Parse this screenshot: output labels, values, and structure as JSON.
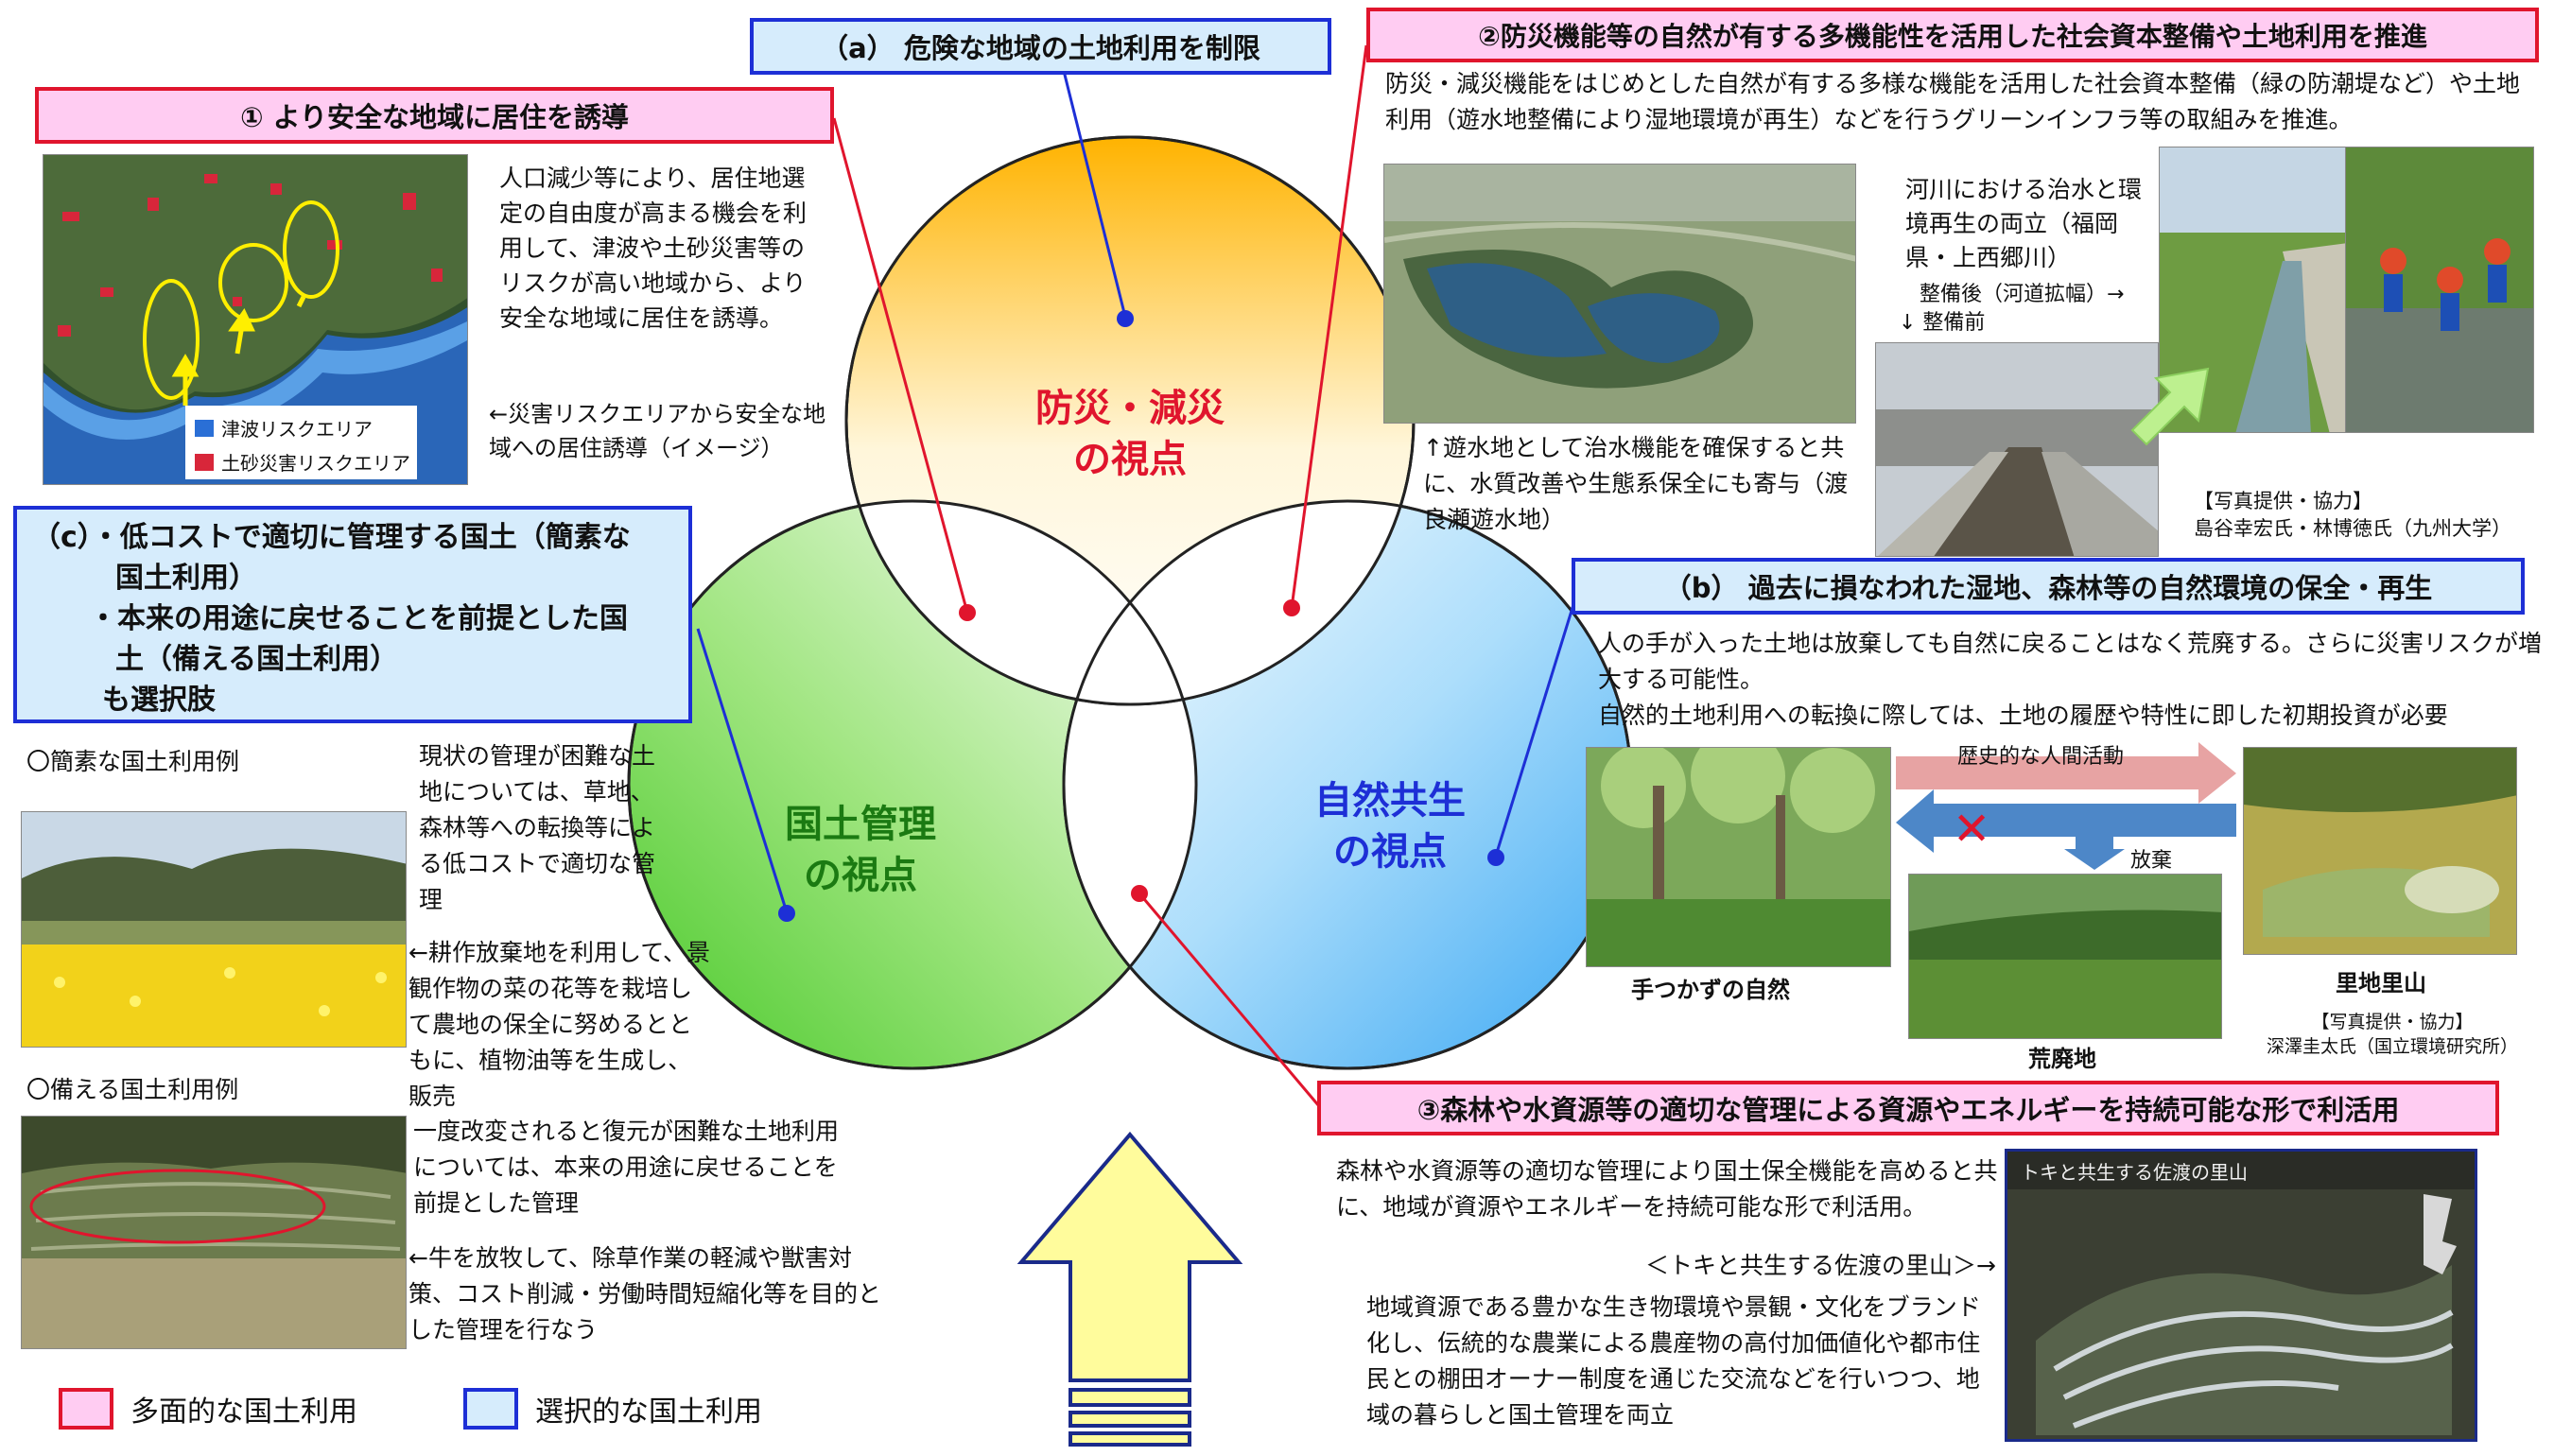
{
  "colors": {
    "multi_red": "#e0152d",
    "select_blue": "#1d2fd6",
    "pink_fill": "#ffccf2",
    "blue_fill": "#d6ecfc",
    "orange": "#ffb300",
    "green": "#4fcf2a",
    "skyblue": "#3aaaf5"
  },
  "venn": {
    "top": "防災・減災\nの視点",
    "left": "国土管理\nの視点",
    "right": "自然共生\nの視点"
  },
  "a": {
    "title": "（a） 危険な地域の土地利用を制限"
  },
  "b": {
    "title": "（b） 過去に損なわれた湿地、森林等の自然環境の保全・再生",
    "body": "人の手が入った土地は放棄しても自然に戻ることはなく荒廃する。さらに災害リスクが増大する可能性。\n自然的土地利用への転換に際しては、土地の履歴や特性に即した初期投資が必要",
    "arrow_top": "歴史的な人間活動",
    "arrow_bottom": "放棄",
    "cross": "✕",
    "cap_wild": "手つかずの自然",
    "cap_waste": "荒廃地",
    "cap_satoyama": "里地里山",
    "credit": "【写真提供・協力】\n深澤圭太氏（国立環境研究所）"
  },
  "c": {
    "title_l1": "（c）・低コストで適切に管理する国土（簡素な",
    "title_l2": "国土利用）",
    "title_l3": "・本来の用途に戻せることを前提とした国",
    "title_l4": "土（備える国土利用）",
    "title_l5": "も選択肢",
    "ex1_head": "〇簡素な国土利用例",
    "ex1_body": "現状の管理が困難な土地については、草地、森林等への転換等による低コストで適切な管理",
    "ex1_note": "←耕作放棄地を利用して、景観作物の菜の花等を栽培して農地の保全に努めるとともに、植物油等を生成し、販売",
    "ex2_head": "〇備える国土利用例",
    "ex2_body": "一度改変されると復元が困難な土地利用については、本来の用途に戻せることを前提とした管理",
    "ex2_note": "←牛を放牧して、除草作業の軽減や獣害対策、コスト削減・労働時間短縮化等を目的とした管理を行なう"
  },
  "n1": {
    "title": "① より安全な地域に居住を誘導",
    "body": "人口減少等により、居住地選定の自由度が高まる機会を利用して、津波や土砂災害等のリスクが高い地域から、より安全な地域に居住を誘導。",
    "legend_tsunami": "津波リスクエリア",
    "legend_landslide": "土砂災害リスクエリア",
    "note": "←災害リスクエリアから安全な地域への居住誘導（イメージ）"
  },
  "n2": {
    "title": "②防災機能等の自然が有する多機能性を活用した社会資本整備や土地利用を推進",
    "body": "防災・減災機能をはじめとした自然が有する多様な機能を活用した社会資本整備（緑の防潮堤など）や土地利用（遊水地整備により湿地環境が再生）などを行うグリーンインフラ等の取組みを推進。",
    "note_pond": "↑遊水地として治水機能を確保すると共に、水質改善や生態系保全にも寄与（渡良瀬遊水地）",
    "river_note": "河川における治水と環境再生の両立（福岡県・上西郷川）",
    "after": "整備後（河道拡幅）→",
    "before": "↓ 整備前",
    "credit": "【写真提供・協力】\n島谷幸宏氏・林博徳氏（九州大学）"
  },
  "n3": {
    "title": "③森林や水資源等の適切な管理による資源やエネルギーを持続可能な形で利活用",
    "body": "森林や水資源等の適切な管理により国土保全機能を高めると共に、地域が資源やエネルギーを持続可能な形で利活用。",
    "sado": "＜トキと共生する佐渡の里山＞→",
    "body2": "地域資源である豊かな生き物環境や景観・文化をブランド化し、伝統的な農業による農産物の高付加価値化や都市住民との棚田オーナー制度を通じた交流などを行いつつ、地域の暮らしと国土管理を両立",
    "photo_title": "トキと共生する佐渡の里山"
  },
  "legend": {
    "multi": "多面的な国土利用",
    "select": "選択的な国土利用"
  }
}
